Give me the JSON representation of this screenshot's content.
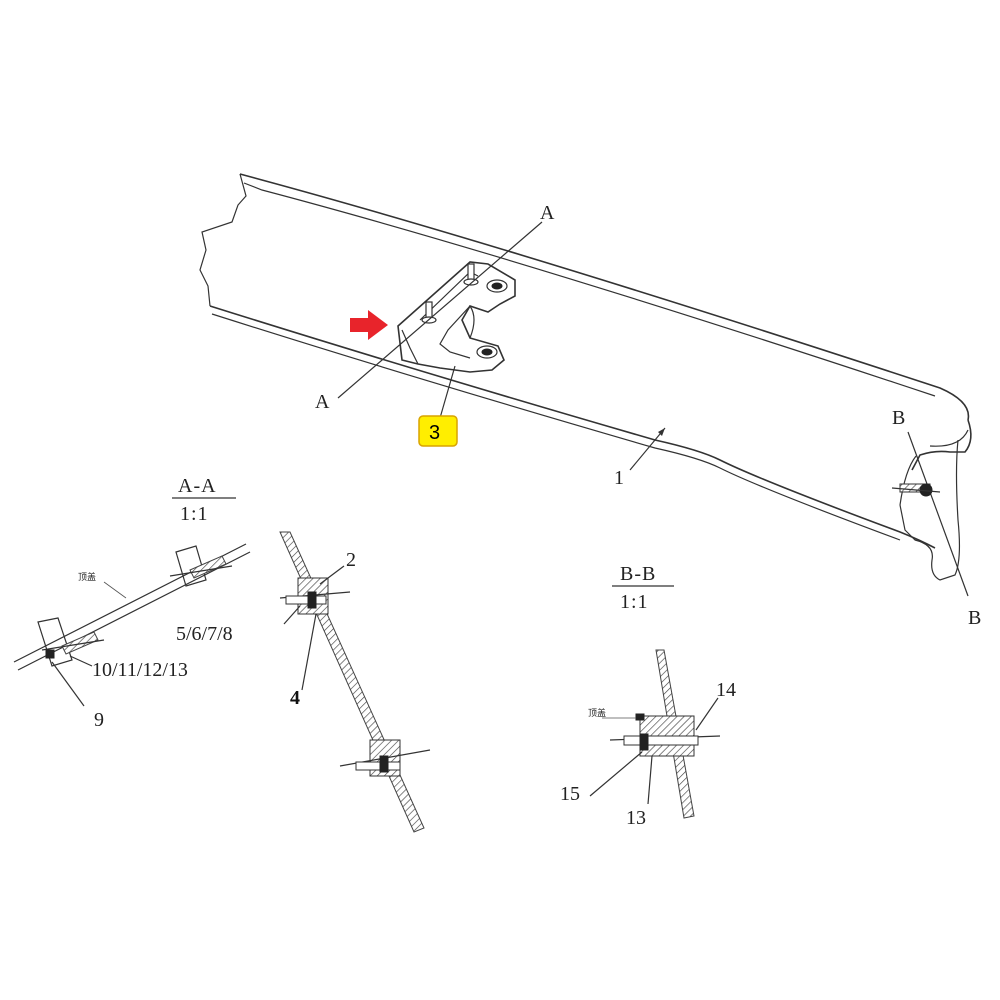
{
  "labels": {
    "part1": "1",
    "part2": "2",
    "part3": "3",
    "part4": "4",
    "part5_8": "5/6/7/8",
    "part9": "9",
    "part10_13": "10/11/12/13",
    "part13": "13",
    "part14": "14",
    "part15": "15",
    "sectionA_top": "A",
    "sectionA_bottom": "A",
    "sectionB_top": "B",
    "sectionB_bottom": "B"
  },
  "section_aa": {
    "title": "A-A",
    "scale": "1:1",
    "annotation": "顶盖"
  },
  "section_bb": {
    "title": "B-B",
    "scale": "1:1",
    "annotation": "顶盖"
  },
  "colors": {
    "highlight_fill": "#ffee00",
    "highlight_border": "#d9a400",
    "arrow": "#e8242b",
    "line": "#333333"
  }
}
